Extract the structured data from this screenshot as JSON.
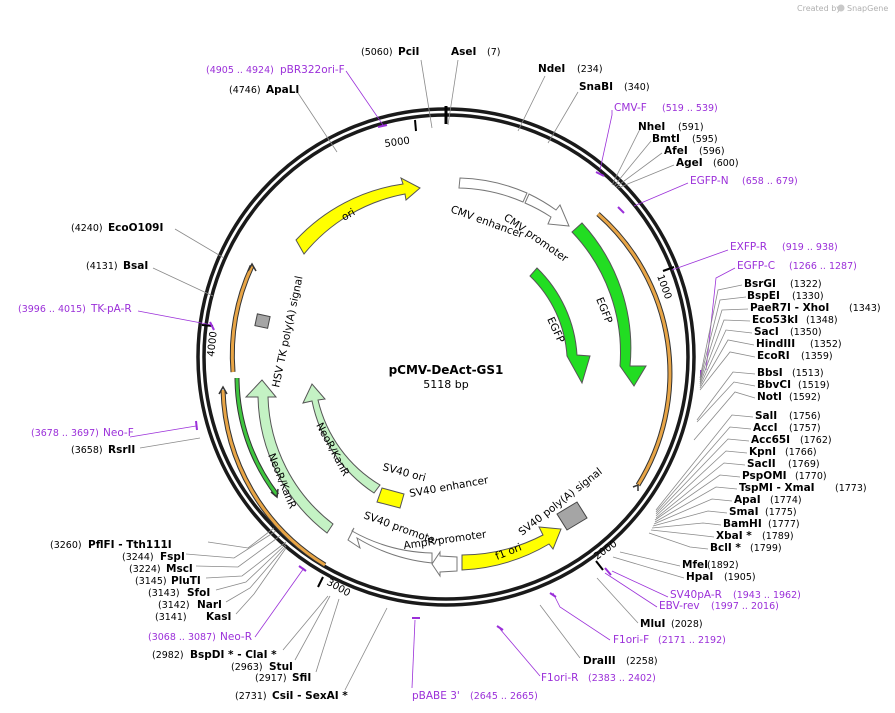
{
  "branding": {
    "created_by": "Created by",
    "app_name": "SnapGene"
  },
  "plasmid": {
    "name": "pCMV-DeAct-GS1",
    "size": "5118 bp"
  },
  "ticks": [
    "1000",
    "2000",
    "3000",
    "4000",
    "5000"
  ],
  "features": {
    "ori": "ori",
    "cmv_enhancer": "CMV enhancer",
    "cmv_promoter": "CMV promoter",
    "egfp_outer": "EGFP",
    "egfp_inner": "EGFP",
    "hsv_tk": "HSV TK poly(A) signal",
    "neokan_inner": "NeoR/KanR",
    "neokan_outer": "NeoR/KanR",
    "sv40_ori": "SV40 ori",
    "sv40_enhancer": "SV40 enhancer",
    "sv40_promoter": "SV40 promoter",
    "ampr_promoter": "AmpR promoter",
    "f1_ori": "f1 ori",
    "sv40_polya": "SV40 poly(A) signal"
  },
  "enzymes": [
    {
      "pos": "(5060)",
      "name": "PciI"
    },
    {
      "name": "AseI",
      "pos": "(7)"
    },
    {
      "name": "NdeI",
      "pos": "(234)"
    },
    {
      "name": "SnaBI",
      "pos": "(340)"
    },
    {
      "name": "NheI",
      "pos": "(591)"
    },
    {
      "name": "BmtI",
      "pos": "(595)"
    },
    {
      "name": "AfeI",
      "pos": "(596)"
    },
    {
      "name": "AgeI",
      "pos": "(600)"
    },
    {
      "name": "BsrGI",
      "pos": "(1322)"
    },
    {
      "name": "BspEI",
      "pos": "(1330)"
    },
    {
      "name": "PaeR7I - XhoI",
      "pos": "(1343)"
    },
    {
      "name": "Eco53kI",
      "pos": "(1348)"
    },
    {
      "name": "SacI",
      "pos": "(1350)"
    },
    {
      "name": "HindIII",
      "pos": "(1352)"
    },
    {
      "name": "EcoRI",
      "pos": "(1359)"
    },
    {
      "name": "BbsI",
      "pos": "(1513)"
    },
    {
      "name": "BbvCI",
      "pos": "(1519)"
    },
    {
      "name": "NotI",
      "pos": "(1592)"
    },
    {
      "name": "SalI",
      "pos": "(1756)"
    },
    {
      "name": "AccI",
      "pos": "(1757)"
    },
    {
      "name": "Acc65I",
      "pos": "(1762)"
    },
    {
      "name": "KpnI",
      "pos": "(1766)"
    },
    {
      "name": "SacII",
      "pos": "(1769)"
    },
    {
      "name": "PspOMI",
      "pos": "(1770)"
    },
    {
      "name": "TspMI - XmaI",
      "pos": "(1773)"
    },
    {
      "name": "ApaI",
      "pos": "(1774)"
    },
    {
      "name": "SmaI",
      "pos": "(1775)"
    },
    {
      "name": "BamHI",
      "pos": "(1777)"
    },
    {
      "name": "XbaI *",
      "pos": "(1789)"
    },
    {
      "name": "BclI *",
      "pos": "(1799)"
    },
    {
      "name": "MfeI",
      "pos": "(1892)"
    },
    {
      "name": "HpaI",
      "pos": "(1905)"
    },
    {
      "name": "MluI",
      "pos": "(2028)"
    },
    {
      "name": "DraIII",
      "pos": "(2258)"
    },
    {
      "pos": "(2731)",
      "name": "CsiI - SexAI *"
    },
    {
      "pos": "(2917)",
      "name": "SfiI"
    },
    {
      "pos": "(2963)",
      "name": "StuI"
    },
    {
      "pos": "(2982)",
      "name": "BspDI * - ClaI *"
    },
    {
      "pos": "(3141)",
      "name": "KasI"
    },
    {
      "pos": "(3142)",
      "name": "NarI"
    },
    {
      "pos": "(3143)",
      "name": "SfoI"
    },
    {
      "pos": "(3145)",
      "name": "PluTI"
    },
    {
      "pos": "(3224)",
      "name": "MscI"
    },
    {
      "pos": "(3244)",
      "name": "FspI"
    },
    {
      "pos": "(3260)",
      "name": "PflFI - Tth111I"
    },
    {
      "pos": "(3658)",
      "name": "RsrII"
    },
    {
      "pos": "(4131)",
      "name": "BsaI"
    },
    {
      "pos": "(4240)",
      "name": "EcoO109I"
    },
    {
      "pos": "(4746)",
      "name": "ApaLI"
    }
  ],
  "primers": [
    {
      "range": "(4905 .. 4924)",
      "name": "pBR322ori-F"
    },
    {
      "name": "CMV-F",
      "range": "(519 .. 539)"
    },
    {
      "name": "EGFP-N",
      "range": "(658 .. 679)"
    },
    {
      "name": "EXFP-R",
      "range": "(919 .. 938)"
    },
    {
      "name": "EGFP-C",
      "range": "(1266 .. 1287)"
    },
    {
      "name": "SV40pA-R",
      "range": "(1943 .. 1962)"
    },
    {
      "name": "EBV-rev",
      "range": "(1997 .. 2016)"
    },
    {
      "name": "F1ori-F",
      "range": "(2171 .. 2192)"
    },
    {
      "name": "F1ori-R",
      "range": "(2383 .. 2402)"
    },
    {
      "name": "pBABE 3'",
      "range": "(2645 .. 2665)"
    },
    {
      "range": "(3068 .. 3087)",
      "name": "Neo-R"
    },
    {
      "range": "(3678 .. 3697)",
      "name": "Neo-F"
    },
    {
      "range": "(3996 .. 4015)",
      "name": "TK-pA-R"
    }
  ],
  "colors": {
    "egfp": "#22dd22",
    "neo": "#c4f2c4",
    "ori": "#ffff00",
    "primer": "#9b30d9",
    "orf": "#e8a546"
  }
}
